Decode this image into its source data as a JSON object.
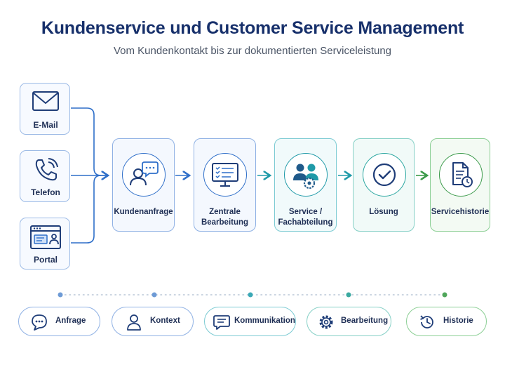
{
  "header": {
    "title": "Kundenservice und Customer Service Management",
    "subtitle": "Vom Kundenkontakt bis zur dokumentierten Serviceleistung"
  },
  "channels": [
    {
      "label": "E-Mail",
      "icon": "envelope-icon"
    },
    {
      "label": "Telefon",
      "icon": "phone-icon"
    },
    {
      "label": "Portal",
      "icon": "portal-window-icon"
    }
  ],
  "process": [
    {
      "label": "Kundenanfrage",
      "icon": "chat-user-icon",
      "color": "#2f6fc9"
    },
    {
      "label": "Zentrale\nBearbeitung",
      "icon": "monitor-checklist-icon",
      "color": "#2f6fc9"
    },
    {
      "label": "Service /\nFachabteilung",
      "icon": "team-gear-icon",
      "color": "#1f9aa8"
    },
    {
      "label": "Lösung",
      "icon": "check-circle-icon",
      "color": "#2aa6a0"
    },
    {
      "label": "Servicehistorie",
      "icon": "document-clock-icon",
      "color": "#3b9a4a"
    }
  ],
  "aspects": [
    {
      "label": "Anfrage",
      "icon": "chat-bubble-icon",
      "color": "#2f6fc9"
    },
    {
      "label": "Kontext",
      "icon": "person-icon",
      "color": "#2f6fc9"
    },
    {
      "label": "Kommunikation",
      "icon": "message-icon",
      "color": "#1f9aa8"
    },
    {
      "label": "Bearbeitung",
      "icon": "gear-icon",
      "color": "#2aa6a0"
    },
    {
      "label": "Historie",
      "icon": "history-icon",
      "color": "#3b9a4a"
    }
  ]
}
